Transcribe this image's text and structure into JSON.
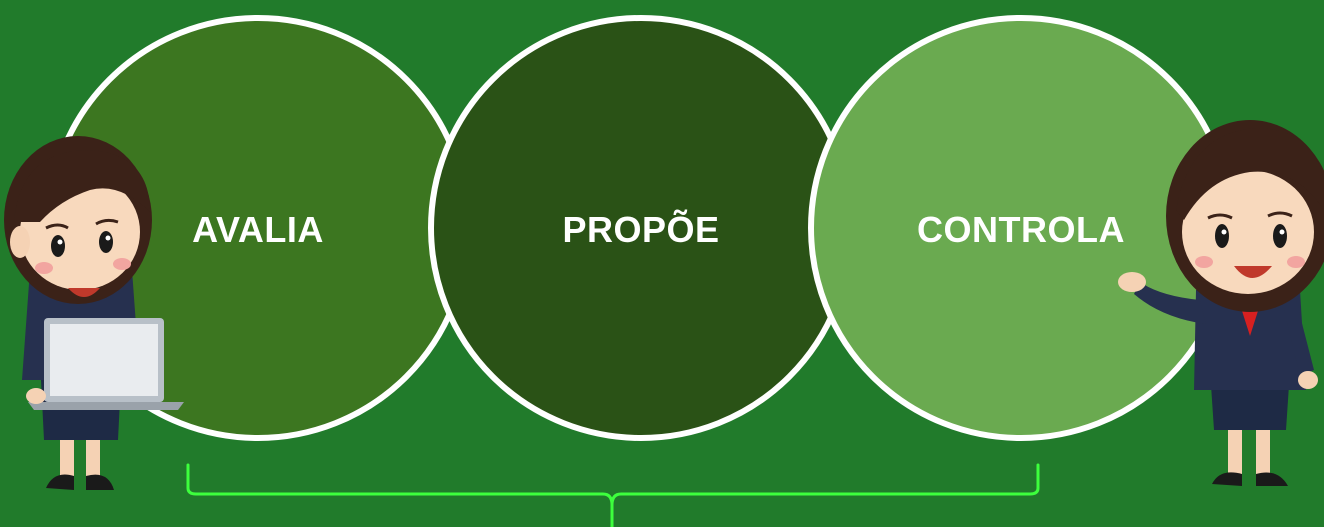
{
  "diagram": {
    "circles": [
      {
        "id": "avalia",
        "label": "AVALIA",
        "color": "#3c7620"
      },
      {
        "id": "propoe",
        "label": "PROPÕE",
        "color": "#2a5216"
      },
      {
        "id": "controla",
        "label": "CONTROLA",
        "color": "#6aaa50"
      }
    ],
    "outline_color": "#ffffff",
    "brace_color": "#3dff3d"
  },
  "characters": [
    {
      "id": "woman-with-laptop",
      "icon": "woman-laptop-icon"
    },
    {
      "id": "woman-presenting",
      "icon": "woman-presenting-icon"
    }
  ]
}
